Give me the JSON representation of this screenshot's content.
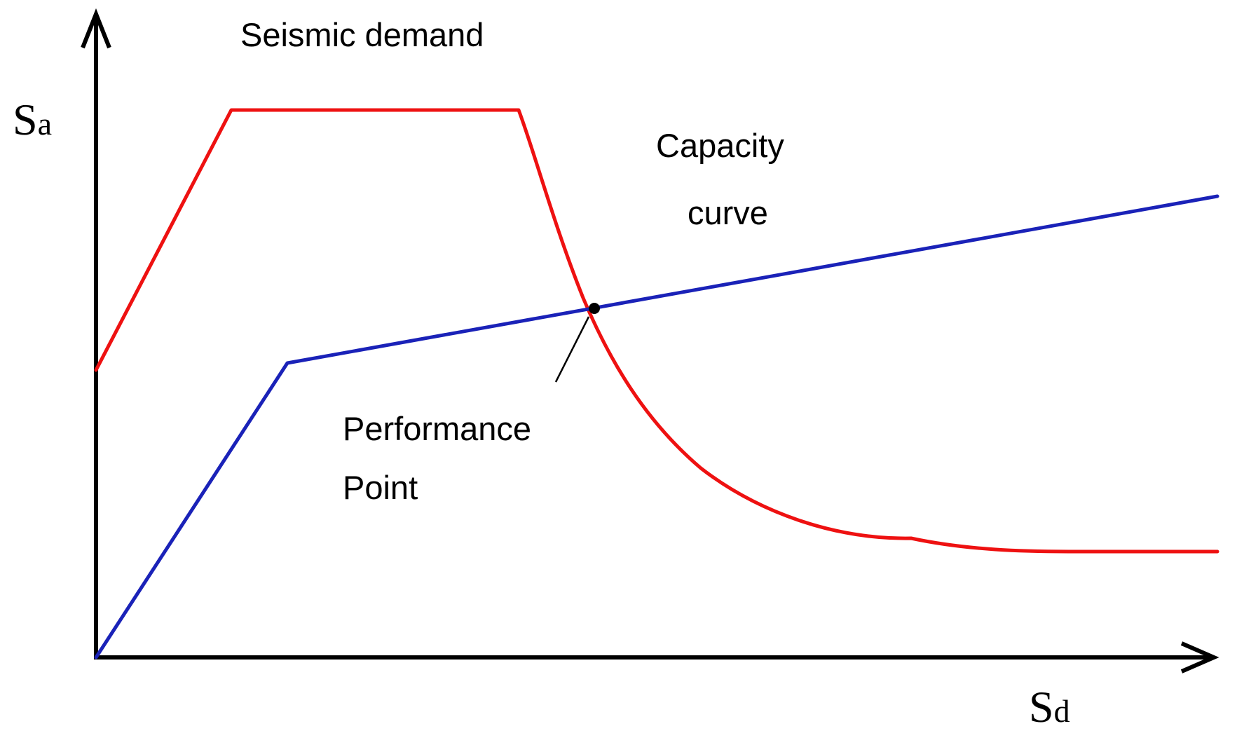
{
  "axes": {
    "y_label_main": "S",
    "y_label_sub": "a",
    "x_label_main": "S",
    "x_label_sub": "d"
  },
  "labels": {
    "seismic_demand": "Seismic demand",
    "capacity_line1": "Capacity",
    "capacity_line2": "curve",
    "performance_line1": "Performance",
    "performance_line2": "Point"
  },
  "colors": {
    "demand": "#ee1111",
    "capacity": "#1a22b8",
    "axes": "#000000"
  }
}
